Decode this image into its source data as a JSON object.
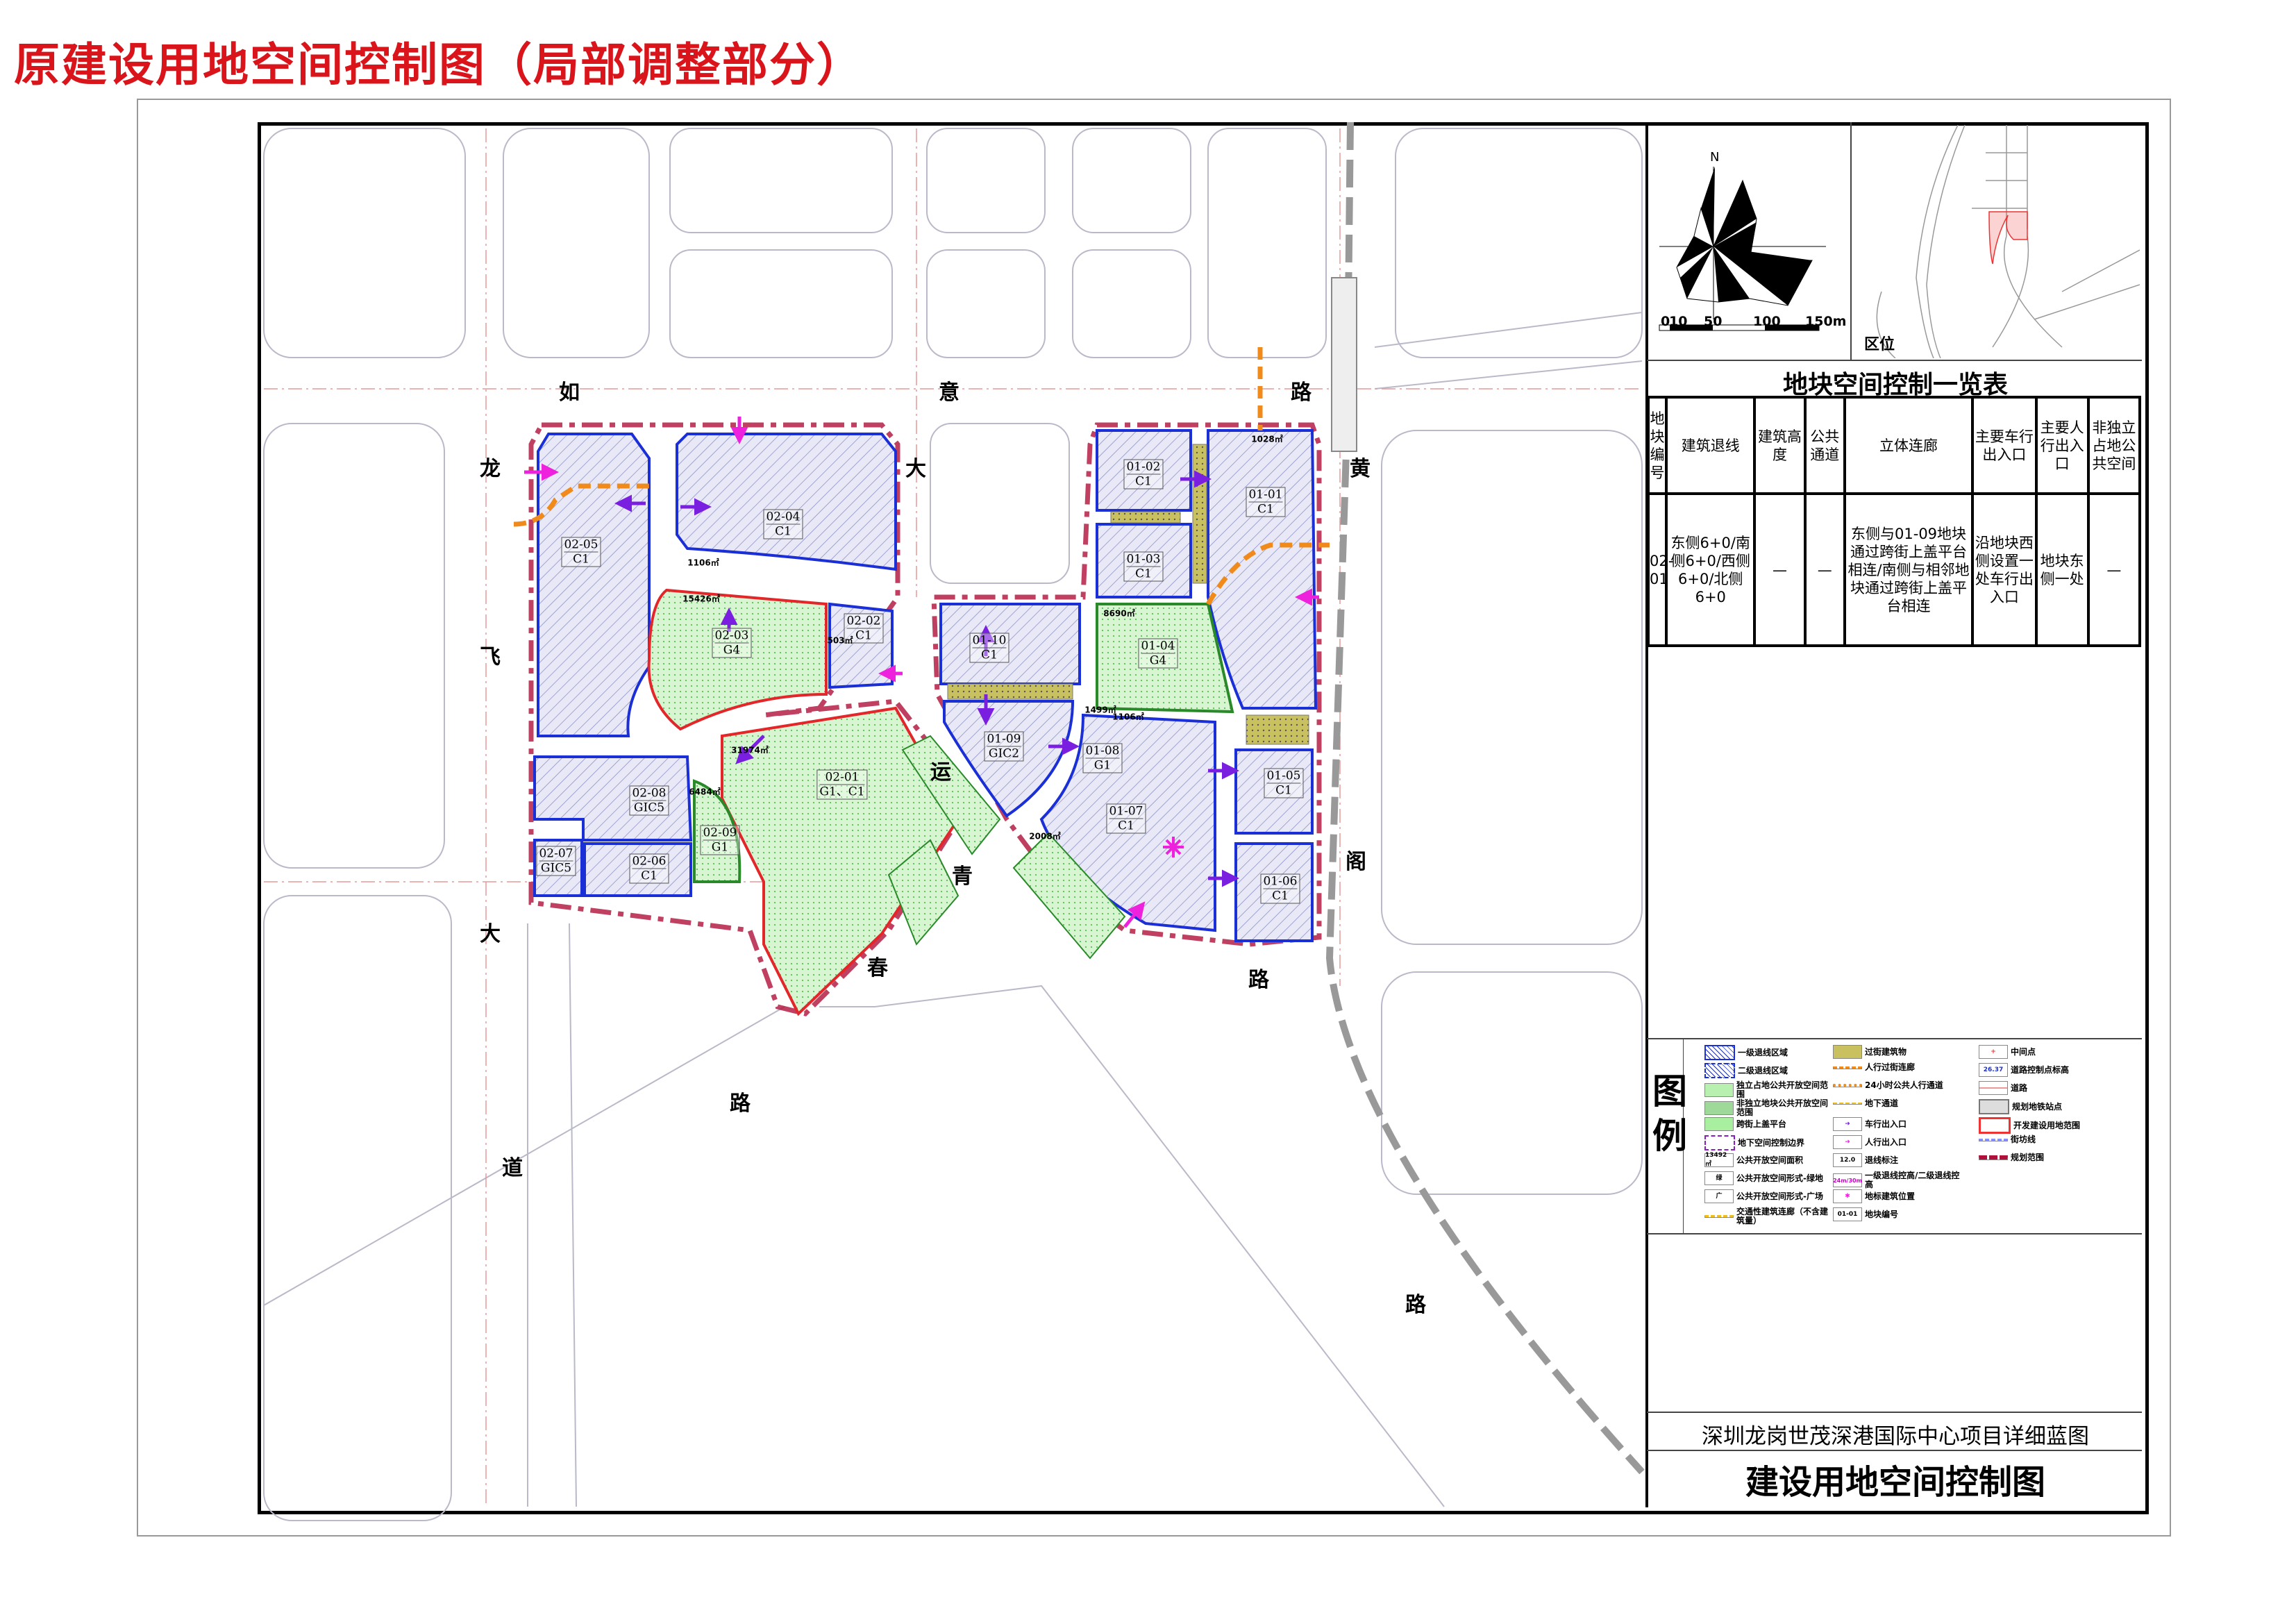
{
  "page_title": "原建设用地空间控制图（局部调整部分）",
  "map": {
    "parcels": [
      {
        "id": "02-05",
        "use": "C1"
      },
      {
        "id": "02-04",
        "use": "C1"
      },
      {
        "id": "02-03",
        "use": "G4"
      },
      {
        "id": "02-02",
        "use": "C1"
      },
      {
        "id": "02-01",
        "use": "G1、C1"
      },
      {
        "id": "02-08",
        "use": "GIC5"
      },
      {
        "id": "02-09",
        "use": "G1"
      },
      {
        "id": "02-07",
        "use": "GIC5"
      },
      {
        "id": "02-06",
        "use": "C1"
      },
      {
        "id": "01-02",
        "use": "C1"
      },
      {
        "id": "01-03",
        "use": "C1"
      },
      {
        "id": "01-01",
        "use": "C1"
      },
      {
        "id": "01-10",
        "use": "C1"
      },
      {
        "id": "01-04",
        "use": "G4"
      },
      {
        "id": "01-09",
        "use": "GIC2"
      },
      {
        "id": "01-08",
        "use": "G1"
      },
      {
        "id": "01-07",
        "use": "C1"
      },
      {
        "id": "01-05",
        "use": "C1"
      },
      {
        "id": "01-06",
        "use": "C1"
      }
    ],
    "road_labels": [
      "如",
      "意",
      "路",
      "龙",
      "飞",
      "大",
      "道",
      "大",
      "运",
      "青",
      "春",
      "路",
      "黄",
      "阁",
      "路",
      "路"
    ],
    "area_labels": [
      "15426㎡",
      "1106㎡",
      "503㎡",
      "31974㎡",
      "6484㎡",
      "8690㎡",
      "1028㎡",
      "1499㎡",
      "1106㎡",
      "2008㎡"
    ]
  },
  "compass": {
    "north": "N",
    "scale_labels": [
      "0",
      "10",
      "50",
      "100",
      "150m"
    ]
  },
  "location_map": {
    "label": "区位"
  },
  "table": {
    "title": "地块空间控制一览表",
    "headers": [
      "地块编号",
      "建筑退线",
      "建筑高度",
      "公共通道",
      "立体连廊",
      "主要车行出入口",
      "主要人行出入口",
      "非独立占地公共空间"
    ],
    "rows": [
      [
        "02-01",
        "东侧6+0/南侧6+0/西侧6+0/北侧6+0",
        "—",
        "—",
        "东侧与01-09地块通过跨街上盖平台相连/南侧与相邻地块通过跨街上盖平台相连",
        "沿地块西侧设置一处车行出入口",
        "地块东侧一处",
        "—"
      ]
    ]
  },
  "legend": {
    "title": "图例",
    "items": [
      {
        "label": "一级退线区域",
        "swatch": "hatch-blue"
      },
      {
        "label": "二级退线区域",
        "swatch": "hatch-blue-dash"
      },
      {
        "label": "独立占地公共开放空间范围",
        "swatch": "green-dots"
      },
      {
        "label": "非独立地块公共开放空间范围",
        "swatch": "green-dots-dark"
      },
      {
        "label": "跨街上盖平台",
        "swatch": "green-light"
      },
      {
        "label": "地下空间控制边界",
        "swatch": "purple-dash"
      },
      {
        "label": "公共开放空间面积",
        "swatch": "13492㎡"
      },
      {
        "label": "公共开放空间形式-绿地",
        "swatch": "绿"
      },
      {
        "label": "公共开放空间形式-广场",
        "swatch": "广"
      },
      {
        "label": "交通性建筑连廊（不含建筑量）",
        "swatch": "yellow-dash"
      },
      {
        "label": "过街建筑物",
        "swatch": "olive-dots"
      },
      {
        "label": "人行过街连廊",
        "swatch": "orange-dash"
      },
      {
        "label": "24小时公共人行通道",
        "swatch": "orange-dots"
      },
      {
        "label": "地下通道",
        "swatch": "orange-arrows"
      },
      {
        "label": "车行出入口",
        "swatch": "purple-arrow"
      },
      {
        "label": "人行出入口",
        "swatch": "magenta-arrow"
      },
      {
        "label": "退线标注",
        "swatch": "12.0"
      },
      {
        "label": "一级退线控高/二级退线控高",
        "swatch": "24m/30m"
      },
      {
        "label": "地标建筑位置",
        "swatch": "asterisk"
      },
      {
        "label": "地块编号",
        "swatch": "01-01"
      },
      {
        "label": "中间点",
        "swatch": "+"
      },
      {
        "label": "道路控制点标高",
        "swatch": "26.37"
      },
      {
        "label": "道路",
        "swatch": "road"
      },
      {
        "label": "规划地铁站点",
        "swatch": "metro"
      },
      {
        "label": "开发建设用地范围",
        "swatch": "red-rect"
      },
      {
        "label": "街坊线",
        "swatch": "blue-dash"
      },
      {
        "label": "规划范围",
        "swatch": "crimson-dash"
      }
    ]
  },
  "title_block": {
    "project": "深圳龙岗世茂深港国际中心项目详细蓝图",
    "drawing": "建设用地空间控制图"
  },
  "colors": {
    "title_red": "#d9141b",
    "boundary_red": "#e3262a",
    "setback_blue": "#1b2fd6",
    "green": "#7fe07f",
    "arrow_purple": "#7a1fe0",
    "arrow_magenta": "#ee22dd",
    "plan_crimson": "#b0103a"
  }
}
